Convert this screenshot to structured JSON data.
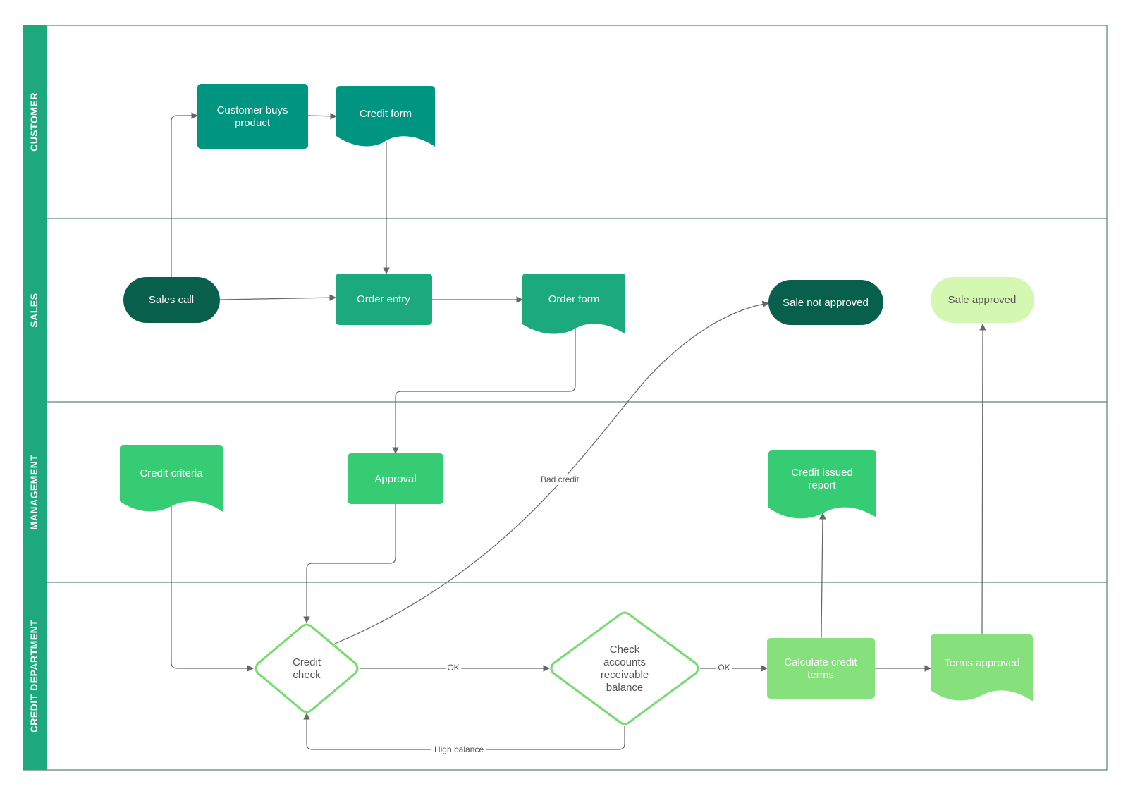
{
  "colors": {
    "lane_header": "#1ea97c",
    "lane_border": "#2f6b5a",
    "edge": "#666666",
    "dark": "#085f4b",
    "teal": "#009580",
    "mid_green": "#1ca97c",
    "green": "#35cc74",
    "light_green": "#86e07c",
    "pale_green": "#d4f8b2",
    "diamond_border": "#76dc70"
  },
  "lanes": [
    "CUSTOMER",
    "SALES",
    "MANAGEMENT",
    "CREDIT DEPARTMENT"
  ],
  "nodes": {
    "customer_buys": [
      "Customer buys",
      "product"
    ],
    "credit_form": [
      "Credit form"
    ],
    "sales_call": [
      "Sales call"
    ],
    "order_entry": [
      "Order entry"
    ],
    "order_form": [
      "Order form"
    ],
    "sale_not_approved": [
      "Sale not approved"
    ],
    "sale_approved": [
      "Sale approved"
    ],
    "credit_criteria": [
      "Credit criteria"
    ],
    "approval": [
      "Approval"
    ],
    "credit_issued_report": [
      "Credit issued",
      "report"
    ],
    "credit_check": [
      "Credit",
      "check"
    ],
    "check_ar_balance": [
      "Check",
      "accounts",
      "receivable",
      "balance"
    ],
    "calculate_credit_terms": [
      "Calculate credit",
      "terms"
    ],
    "terms_approved": [
      "Terms approved"
    ]
  },
  "edge_labels": {
    "bad_credit": "Bad credit",
    "ok_1": "OK",
    "ok_2": "OK",
    "high_balance": "High balance"
  }
}
